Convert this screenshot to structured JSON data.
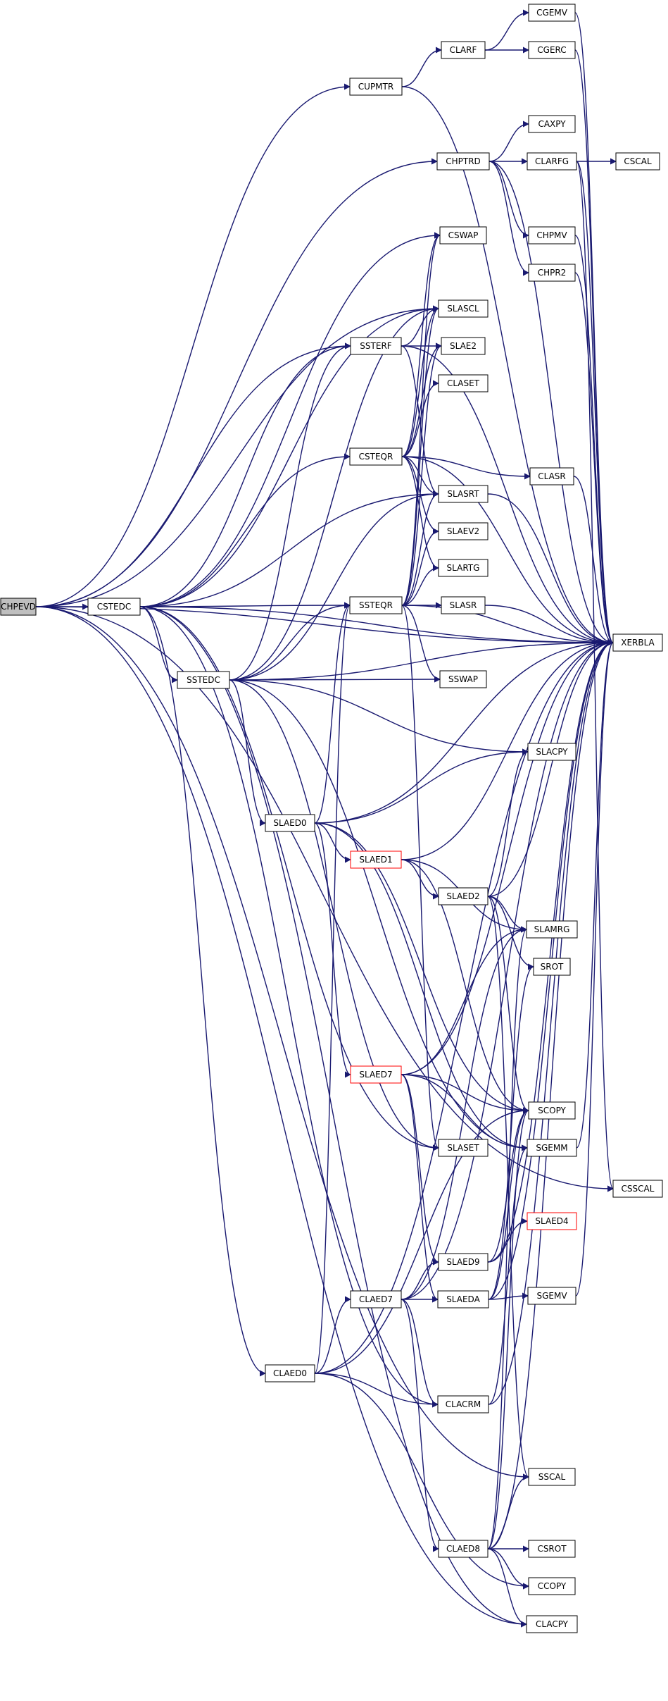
{
  "graph": {
    "root": "CHPEVD",
    "colors": {
      "edge": "#191970",
      "highlight": "#ff0000",
      "root_fill": "#bfbfbf"
    },
    "nodes": [
      {
        "id": "CHPEVD",
        "label": "CHPEVD",
        "root": true
      },
      {
        "id": "CSTEDC",
        "label": "CSTEDC"
      },
      {
        "id": "SSTEDC",
        "label": "SSTEDC"
      },
      {
        "id": "CUPMTR",
        "label": "CUPMTR"
      },
      {
        "id": "CHPTRD",
        "label": "CHPTRD"
      },
      {
        "id": "CLARF",
        "label": "CLARF"
      },
      {
        "id": "CGEMV",
        "label": "CGEMV"
      },
      {
        "id": "CGERC",
        "label": "CGERC"
      },
      {
        "id": "CAXPY",
        "label": "CAXPY"
      },
      {
        "id": "CLARFG",
        "label": "CLARFG"
      },
      {
        "id": "CSCAL",
        "label": "CSCAL"
      },
      {
        "id": "CHPMV",
        "label": "CHPMV"
      },
      {
        "id": "CHPR2",
        "label": "CHPR2"
      },
      {
        "id": "CSWAP",
        "label": "CSWAP"
      },
      {
        "id": "SSTERF",
        "label": "SSTERF"
      },
      {
        "id": "SLASCL",
        "label": "SLASCL"
      },
      {
        "id": "SLAE2",
        "label": "SLAE2"
      },
      {
        "id": "CLASET",
        "label": "CLASET"
      },
      {
        "id": "CSTEQR",
        "label": "CSTEQR"
      },
      {
        "id": "CLASR",
        "label": "CLASR"
      },
      {
        "id": "SLASRT",
        "label": "SLASRT"
      },
      {
        "id": "SLAEV2",
        "label": "SLAEV2"
      },
      {
        "id": "SLARTG",
        "label": "SLARTG"
      },
      {
        "id": "SSTEQR",
        "label": "SSTEQR"
      },
      {
        "id": "SLASR",
        "label": "SLASR"
      },
      {
        "id": "XERBLA",
        "label": "XERBLA"
      },
      {
        "id": "SSWAP",
        "label": "SSWAP"
      },
      {
        "id": "SLACPY",
        "label": "SLACPY"
      },
      {
        "id": "SLAED0",
        "label": "SLAED0"
      },
      {
        "id": "SLAED1",
        "label": "SLAED1",
        "highlight": true
      },
      {
        "id": "SLAED2",
        "label": "SLAED2"
      },
      {
        "id": "SLAMRG",
        "label": "SLAMRG"
      },
      {
        "id": "SROT",
        "label": "SROT"
      },
      {
        "id": "SLAED7",
        "label": "SLAED7",
        "highlight": true
      },
      {
        "id": "SCOPY",
        "label": "SCOPY"
      },
      {
        "id": "SLASET",
        "label": "SLASET"
      },
      {
        "id": "SGEMM",
        "label": "SGEMM"
      },
      {
        "id": "CSSCAL",
        "label": "CSSCAL"
      },
      {
        "id": "SLAED4",
        "label": "SLAED4",
        "highlight": true
      },
      {
        "id": "SLAED9",
        "label": "SLAED9"
      },
      {
        "id": "SGEMV",
        "label": "SGEMV"
      },
      {
        "id": "CLAED7",
        "label": "CLAED7"
      },
      {
        "id": "SLAEDA",
        "label": "SLAEDA"
      },
      {
        "id": "CLAED0",
        "label": "CLAED0"
      },
      {
        "id": "CLACRM",
        "label": "CLACRM"
      },
      {
        "id": "SSCAL",
        "label": "SSCAL"
      },
      {
        "id": "CLAED8",
        "label": "CLAED8"
      },
      {
        "id": "CSROT",
        "label": "CSROT"
      },
      {
        "id": "CCOPY",
        "label": "CCOPY"
      },
      {
        "id": "CLACPY",
        "label": "CLACPY"
      }
    ],
    "edges": [
      [
        "CHPEVD",
        "CUPMTR"
      ],
      [
        "CHPEVD",
        "CHPTRD"
      ],
      [
        "CHPEVD",
        "CSTEDC"
      ],
      [
        "CHPEVD",
        "SSTERF"
      ],
      [
        "CHPEVD",
        "SLASCL"
      ],
      [
        "CHPEVD",
        "CSSCAL"
      ],
      [
        "CHPEVD",
        "XERBLA"
      ],
      [
        "CHPEVD",
        "SSCAL"
      ],
      [
        "CHPEVD",
        "CLACPY"
      ],
      [
        "CUPMTR",
        "CLARF"
      ],
      [
        "CUPMTR",
        "XERBLA"
      ],
      [
        "CLARF",
        "CGEMV"
      ],
      [
        "CLARF",
        "CGERC"
      ],
      [
        "CGEMV",
        "XERBLA"
      ],
      [
        "CGERC",
        "XERBLA"
      ],
      [
        "CHPTRD",
        "CAXPY"
      ],
      [
        "CHPTRD",
        "CLARFG"
      ],
      [
        "CHPTRD",
        "CHPMV"
      ],
      [
        "CHPTRD",
        "CHPR2"
      ],
      [
        "CHPTRD",
        "XERBLA"
      ],
      [
        "CLARFG",
        "CSCAL"
      ],
      [
        "CLARFG",
        "CSSCAL"
      ],
      [
        "CLARFG",
        "XERBLA"
      ],
      [
        "CHPMV",
        "XERBLA"
      ],
      [
        "CHPR2",
        "XERBLA"
      ],
      [
        "CSTEDC",
        "CSWAP"
      ],
      [
        "CSTEDC",
        "SSTERF"
      ],
      [
        "CSTEDC",
        "SLASCL"
      ],
      [
        "CSTEDC",
        "CSTEQR"
      ],
      [
        "CSTEDC",
        "SLASRT"
      ],
      [
        "CSTEDC",
        "SSTEQR"
      ],
      [
        "CSTEDC",
        "SSTEDC"
      ],
      [
        "CSTEDC",
        "XERBLA"
      ],
      [
        "CSTEDC",
        "SLASET"
      ],
      [
        "CSTEDC",
        "CLAED0"
      ],
      [
        "CSTEDC",
        "CLACRM"
      ],
      [
        "CSTEDC",
        "CLACPY"
      ],
      [
        "SSTERF",
        "SLASCL"
      ],
      [
        "SSTERF",
        "SLAE2"
      ],
      [
        "SSTERF",
        "SLASRT"
      ],
      [
        "SSTERF",
        "XERBLA"
      ],
      [
        "CSTEQR",
        "SLASCL"
      ],
      [
        "CSTEQR",
        "SLAE2"
      ],
      [
        "CSTEQR",
        "CLASET"
      ],
      [
        "CSTEQR",
        "CLASR"
      ],
      [
        "CSTEQR",
        "SLASRT"
      ],
      [
        "CSTEQR",
        "SLAEV2"
      ],
      [
        "CSTEQR",
        "SLARTG"
      ],
      [
        "CSTEQR",
        "XERBLA"
      ],
      [
        "CSTEQR",
        "CSWAP"
      ],
      [
        "CLASR",
        "XERBLA"
      ],
      [
        "SLASRT",
        "XERBLA"
      ],
      [
        "SSTEQR",
        "SLASCL"
      ],
      [
        "SSTEQR",
        "SLAE2"
      ],
      [
        "SSTEQR",
        "SLASRT"
      ],
      [
        "SSTEQR",
        "SLAEV2"
      ],
      [
        "SSTEQR",
        "SLARTG"
      ],
      [
        "SSTEQR",
        "SLASR"
      ],
      [
        "SSTEQR",
        "XERBLA"
      ],
      [
        "SSTEQR",
        "SSWAP"
      ],
      [
        "SSTEQR",
        "SLASET"
      ],
      [
        "SSTEQR",
        "CSWAP"
      ],
      [
        "SLASR",
        "XERBLA"
      ],
      [
        "SSTEDC",
        "SSTERF"
      ],
      [
        "SSTEDC",
        "SSTEQR"
      ],
      [
        "SSTEDC",
        "SSWAP"
      ],
      [
        "SSTEDC",
        "SLACPY"
      ],
      [
        "SSTEDC",
        "SLASCL"
      ],
      [
        "SSTEDC",
        "SLASRT"
      ],
      [
        "SSTEDC",
        "SLAED0"
      ],
      [
        "SSTEDC",
        "SLASET"
      ],
      [
        "SSTEDC",
        "SGEMM"
      ],
      [
        "SSTEDC",
        "XERBLA"
      ],
      [
        "SLAED0",
        "SSTEQR"
      ],
      [
        "SLAED0",
        "SLACPY"
      ],
      [
        "SLAED0",
        "XERBLA"
      ],
      [
        "SLAED0",
        "SLAED1"
      ],
      [
        "SLAED0",
        "SLAED7"
      ],
      [
        "SLAED0",
        "SCOPY"
      ],
      [
        "SLAED0",
        "SGEMM"
      ],
      [
        "SLAED1",
        "SLAED2"
      ],
      [
        "SLAED1",
        "XERBLA"
      ],
      [
        "SLAED1",
        "SLAMRG"
      ],
      [
        "SLAED1",
        "SCOPY"
      ],
      [
        "SLAED2",
        "SLACPY"
      ],
      [
        "SLAED2",
        "XERBLA"
      ],
      [
        "SLAED2",
        "SLAMRG"
      ],
      [
        "SLAED2",
        "SROT"
      ],
      [
        "SLAED2",
        "SCOPY"
      ],
      [
        "SLAED2",
        "SSCAL"
      ],
      [
        "SLAED7",
        "SLAMRG"
      ],
      [
        "SLAED7",
        "XERBLA"
      ],
      [
        "SLAED7",
        "SCOPY"
      ],
      [
        "SLAED7",
        "SGEMM"
      ],
      [
        "SLAED7",
        "SLAED9"
      ],
      [
        "SLAED7",
        "SLAEDA"
      ],
      [
        "SGEMM",
        "XERBLA"
      ],
      [
        "SLAED9",
        "SLAED4"
      ],
      [
        "SLAED9",
        "SCOPY"
      ],
      [
        "SLAED9",
        "XERBLA"
      ],
      [
        "SLAEDA",
        "SGEMV"
      ],
      [
        "SLAEDA",
        "SROT"
      ],
      [
        "SLAEDA",
        "SCOPY"
      ],
      [
        "SLAEDA",
        "XERBLA"
      ],
      [
        "SGEMV",
        "XERBLA"
      ],
      [
        "CLAED0",
        "SSTEQR"
      ],
      [
        "CLAED0",
        "CLAED7"
      ],
      [
        "CLAED0",
        "CLACRM"
      ],
      [
        "CLAED0",
        "SCOPY"
      ],
      [
        "CLAED0",
        "CCOPY"
      ],
      [
        "CLAED0",
        "XERBLA"
      ],
      [
        "CLAED7",
        "SLAED9"
      ],
      [
        "CLAED7",
        "SLAEDA"
      ],
      [
        "CLAED7",
        "CLACRM"
      ],
      [
        "CLAED7",
        "CLAED8"
      ],
      [
        "CLAED7",
        "SLAMRG"
      ],
      [
        "CLAED7",
        "XERBLA"
      ],
      [
        "CLACRM",
        "SGEMM"
      ],
      [
        "CLACRM",
        "XERBLA"
      ],
      [
        "CLAED8",
        "SSCAL"
      ],
      [
        "CLAED8",
        "CSROT"
      ],
      [
        "CLAED8",
        "CCOPY"
      ],
      [
        "CLAED8",
        "CLACPY"
      ],
      [
        "CLAED8",
        "SLAMRG"
      ],
      [
        "CLAED8",
        "SCOPY"
      ],
      [
        "CLAED8",
        "XERBLA"
      ]
    ]
  }
}
